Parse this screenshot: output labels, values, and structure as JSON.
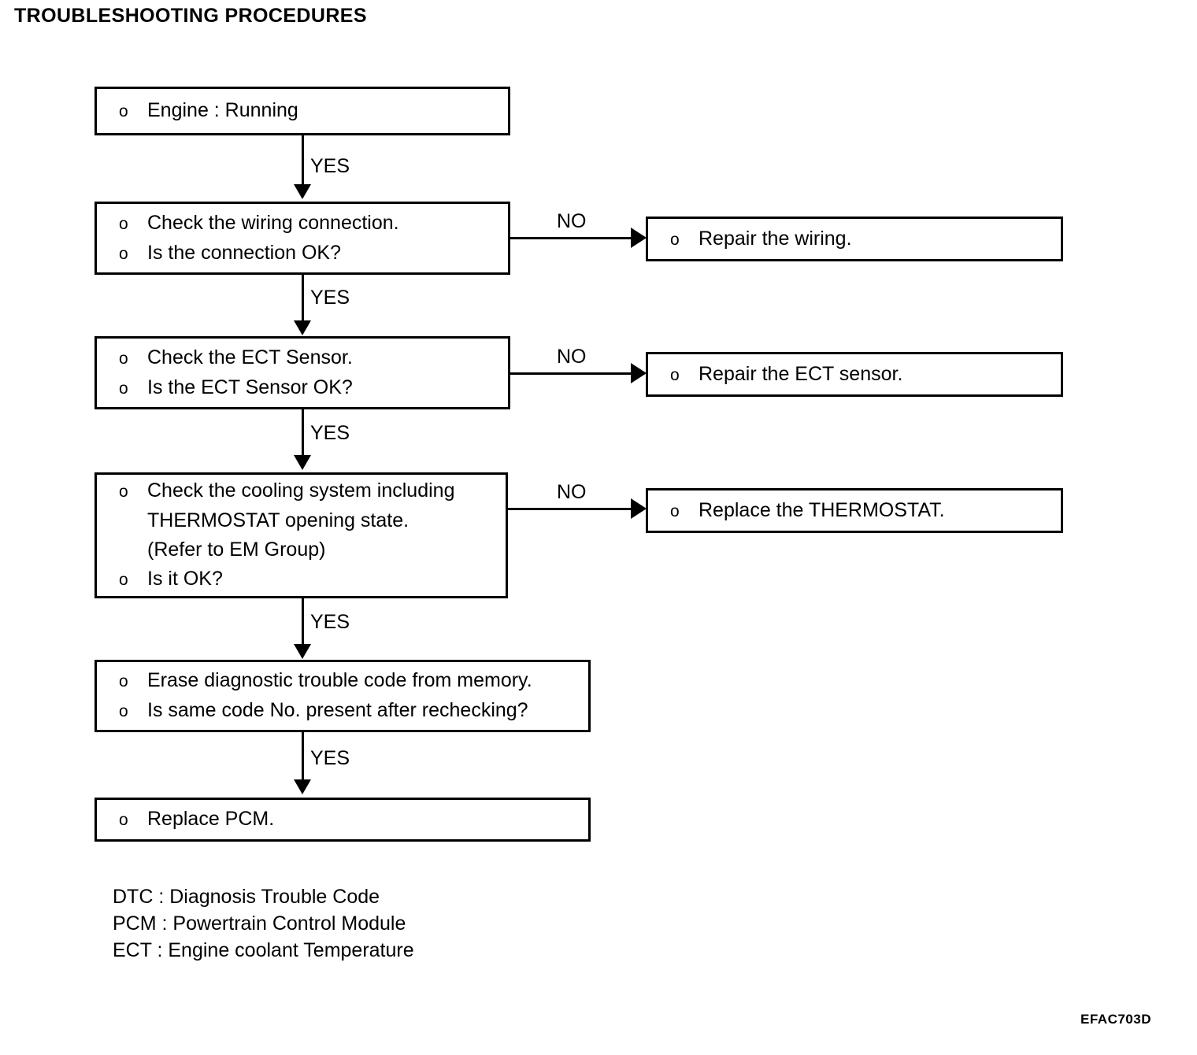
{
  "document": {
    "title": "TROUBLESHOOTING PROCEDURES",
    "figure_code": "EFAC703D"
  },
  "flow": {
    "nodes": [
      {
        "id": "engine-running",
        "lines": [
          {
            "bullet": "o",
            "text": "Engine : Running"
          }
        ]
      },
      {
        "id": "check-wiring",
        "lines": [
          {
            "bullet": "o",
            "text": "Check the wiring connection."
          },
          {
            "bullet": "o",
            "text": "Is the connection OK?"
          }
        ]
      },
      {
        "id": "repair-wiring",
        "lines": [
          {
            "bullet": "o",
            "text": "Repair the wiring."
          }
        ]
      },
      {
        "id": "check-ect-sensor",
        "lines": [
          {
            "bullet": "o",
            "text": "Check the ECT Sensor."
          },
          {
            "bullet": "o",
            "text": "Is the ECT Sensor OK?"
          }
        ]
      },
      {
        "id": "repair-ect-sensor",
        "lines": [
          {
            "bullet": "o",
            "text": "Repair the ECT sensor."
          }
        ]
      },
      {
        "id": "check-cooling-system",
        "lines": [
          {
            "bullet": "o",
            "text": "Check the cooling system including"
          },
          {
            "bullet": "",
            "text": "THERMOSTAT opening state."
          },
          {
            "bullet": "",
            "text": "(Refer to EM Group)"
          },
          {
            "bullet": "o",
            "text": "Is it OK?"
          }
        ]
      },
      {
        "id": "replace-thermostat",
        "lines": [
          {
            "bullet": "o",
            "text": "Replace the THERMOSTAT."
          }
        ]
      },
      {
        "id": "erase-dtc",
        "lines": [
          {
            "bullet": "o",
            "text": "Erase diagnostic trouble code from memory."
          },
          {
            "bullet": "o",
            "text": "Is same code No. present after rechecking?"
          }
        ]
      },
      {
        "id": "replace-pcm",
        "lines": [
          {
            "bullet": "o",
            "text": "Replace PCM."
          }
        ]
      }
    ],
    "edge_labels": {
      "yes_1": "YES",
      "yes_2": "YES",
      "yes_3": "YES",
      "yes_4": "YES",
      "yes_5": "YES",
      "no_1": "NO",
      "no_2": "NO",
      "no_3": "NO"
    }
  },
  "legend": {
    "rows": [
      "DTC : Diagnosis Trouble Code",
      "PCM : Powertrain Control Module",
      "ECT : Engine coolant Temperature"
    ]
  },
  "colors": {
    "ink": "#000000",
    "paper": "#ffffff"
  }
}
